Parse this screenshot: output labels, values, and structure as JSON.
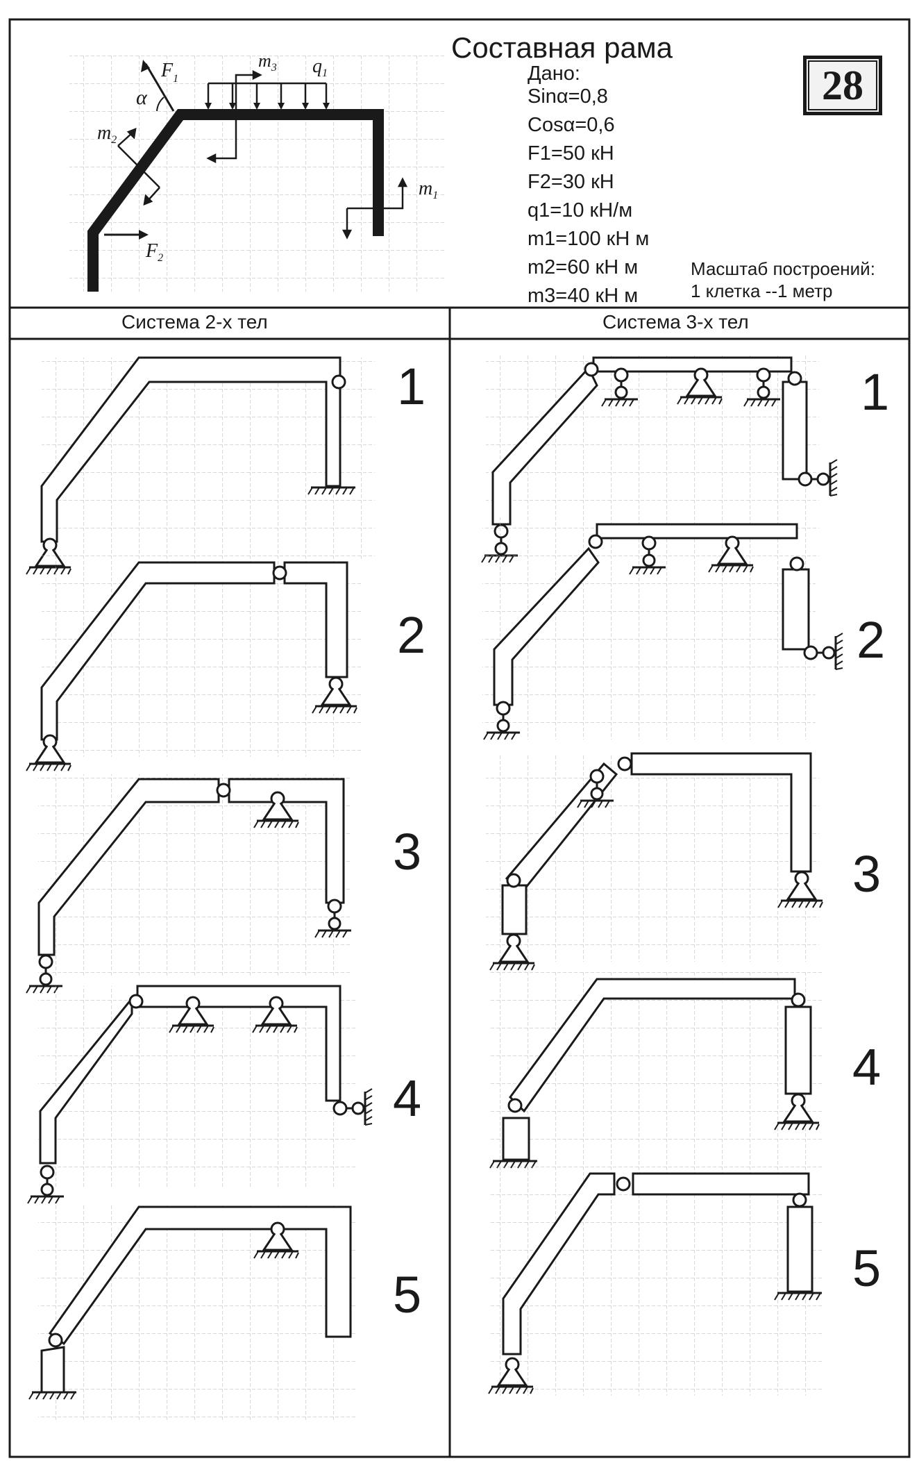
{
  "title": "Составная рама",
  "variant_number": "28",
  "given": {
    "heading": "Дано:",
    "items": [
      "Sinα=0,8",
      "Cosα=0,6",
      "F1=50 кН",
      "F2=30 кН",
      "q1=10 кН/м",
      "m1=100 кН м",
      "m2=60 кН м",
      "m3=40 кН м"
    ]
  },
  "scale_note": {
    "line1": "Масштаб построений:",
    "line2": "1 клетка --1 метр"
  },
  "main_diagram_labels": {
    "F1": "F",
    "F1_sub": "1",
    "F2": "F",
    "F2_sub": "2",
    "alpha": "α",
    "m1": "m",
    "m1_sub": "1",
    "m2": "m",
    "m2_sub": "2",
    "m3": "m",
    "m3_sub": "3",
    "q1": "q",
    "q1_sub": "1"
  },
  "columns": {
    "left": {
      "header": "Система 2-х тел",
      "variants": [
        "1",
        "2",
        "3",
        "4",
        "5"
      ]
    },
    "right": {
      "header": "Система 3-х тел",
      "variants": [
        "1",
        "2",
        "3",
        "4",
        "5"
      ]
    }
  },
  "colors": {
    "ink": "#1a1a1a",
    "grid": "#9a9a9a",
    "paper": "#ffffff"
  }
}
